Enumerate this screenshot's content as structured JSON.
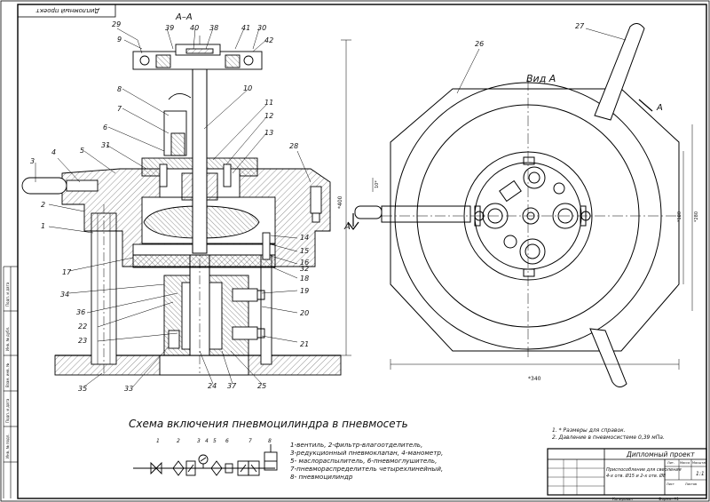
{
  "stamp_top_left": "Дипломный проект",
  "section_label": "А–А",
  "view_label": "Вид А",
  "view_arrow_label": "А",
  "side_arrow_label": "А",
  "callouts": [
    "1",
    "2",
    "3",
    "4",
    "5",
    "6",
    "7",
    "8",
    "9",
    "10",
    "11",
    "12",
    "13",
    "14",
    "15",
    "16",
    "17",
    "18",
    "19",
    "20",
    "21",
    "22",
    "23",
    "24",
    "25",
    "26",
    "27",
    "28",
    "29",
    "30",
    "31",
    "32",
    "33",
    "34",
    "35",
    "36",
    "37",
    "38",
    "39",
    "40",
    "41",
    "42"
  ],
  "dimensions": {
    "height_main": "*400",
    "width_bottom": "*340",
    "right_dim_1": "*180",
    "right_dim_2": "*280",
    "small_dim": "10*"
  },
  "notes": {
    "line1": "1. * Размеры для справок.",
    "line2": "2. Давление в пневмосистеме 0,39 мПа."
  },
  "scheme": {
    "title": "Схема   включения   пневмоцилиндра  в  пневмосеть",
    "numbers": [
      "1",
      "2",
      "3",
      "4",
      "5",
      "6",
      "7",
      "8"
    ],
    "legend": [
      "1-вентиль, 2-фильтр-влагоотделитель,",
      "3-редукционный пневмоклапан, 4-манометр,",
      "5- маслораспылитель, 6-пневмоглушитель,",
      "7-пневмораспределитель четырехлинейный,",
      "8- пневмоцилиндр"
    ]
  },
  "title_block": {
    "project": "Дипломный проект",
    "name_l1": "Приспособление для сверления",
    "name_l2": "4-х отв. Ø15 и 2-х отв. Ø8",
    "col_lit": "Лит.",
    "col_mass": "Масса",
    "col_scale": "Масштаб",
    "scale_value": "1:1",
    "sheet": "Лист",
    "sheets": "Листов",
    "copied": "Копировал",
    "format": "Формат  А1"
  },
  "side_stamp": [
    "Подп. и дата",
    "Инв. № дубл.",
    "Взам. инв. №",
    "Подп. и дата",
    "Инв. № подл."
  ]
}
